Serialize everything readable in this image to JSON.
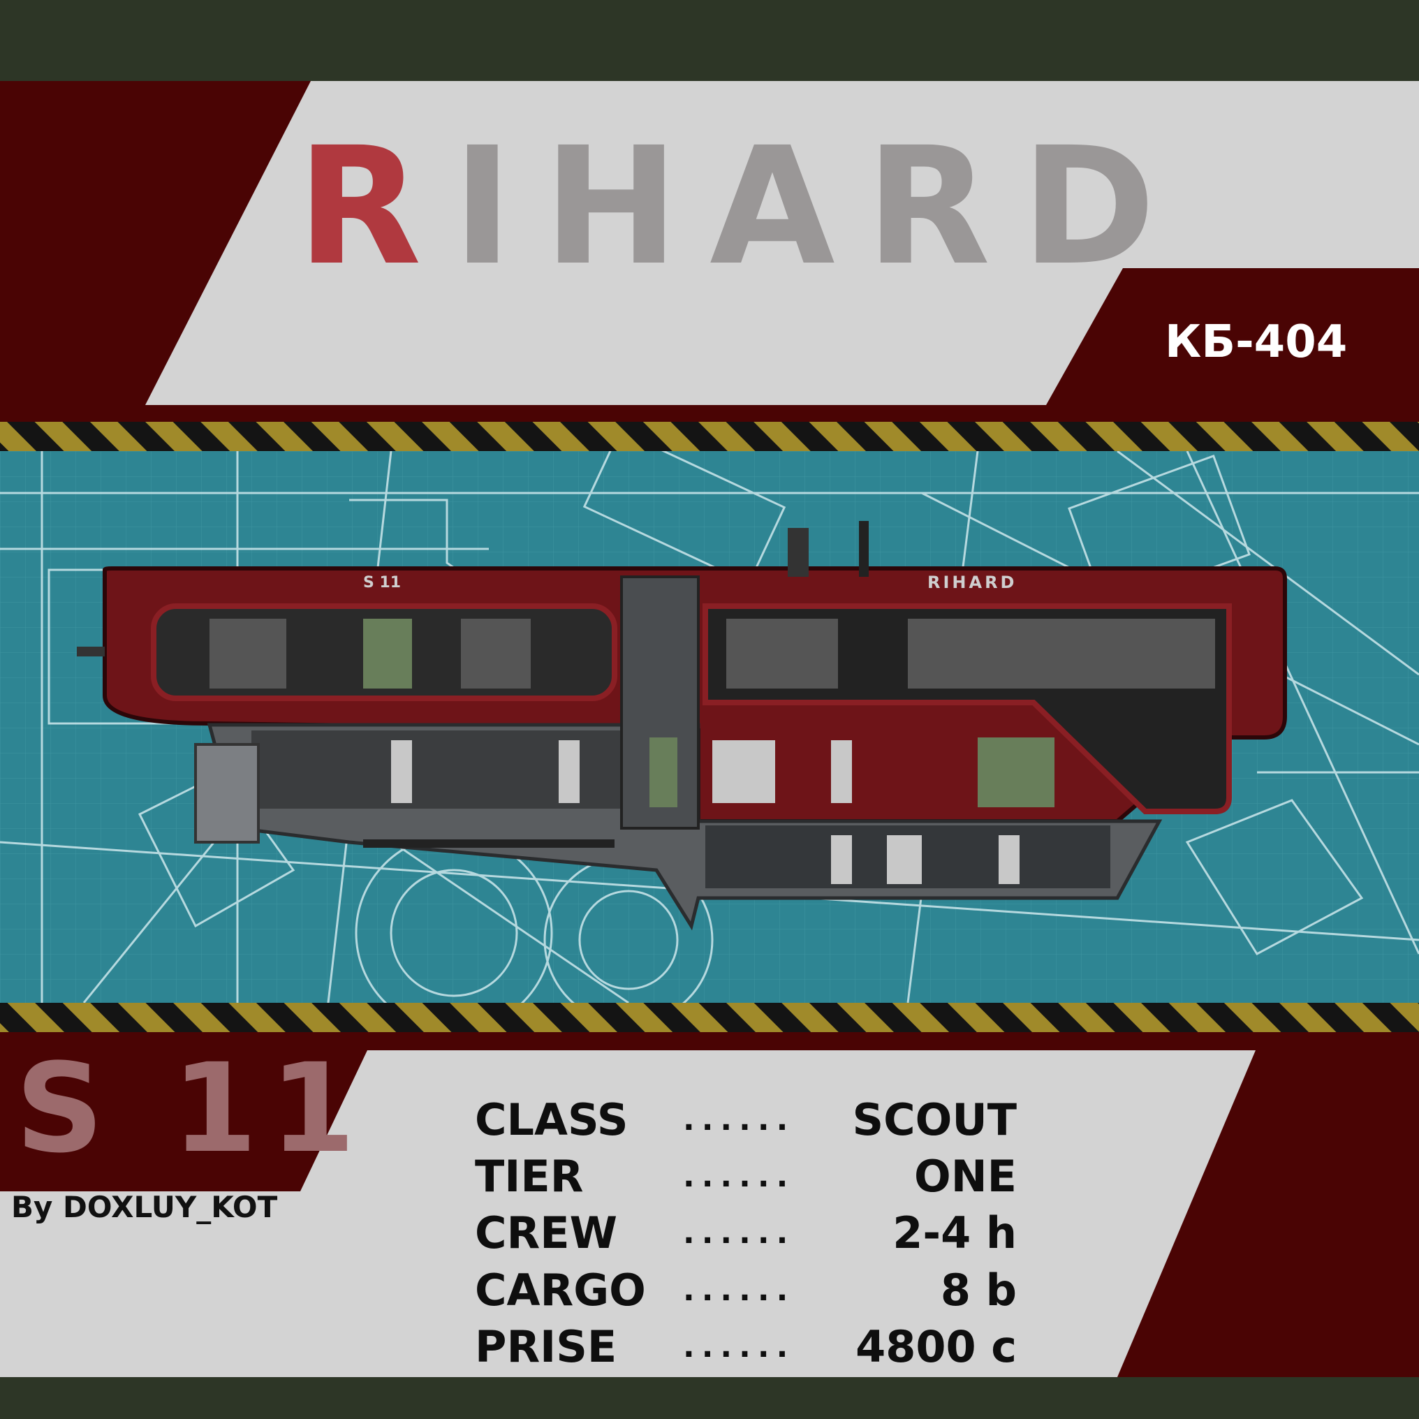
{
  "card": {
    "title": "RIHARD",
    "title_first": "R",
    "title_rest": "IHARD",
    "code": "КБ-404",
    "series": "S 11",
    "author": "By DOXLUY_KOT",
    "hull_series_label": "S 11",
    "hull_name_label": "RIHARD"
  },
  "stats": [
    {
      "label": "CLASS",
      "dots": "......",
      "value": "SCOUT"
    },
    {
      "label": "TIER",
      "dots": "......",
      "value": "ONE"
    },
    {
      "label": "CREW",
      "dots": "......",
      "value": "2-4 h"
    },
    {
      "label": "CARGO",
      "dots": "......",
      "value": "8 b"
    },
    {
      "label": "PRISE",
      "dots": "......",
      "value": "4800 c"
    }
  ],
  "colors": {
    "dark_red": "#4a0404",
    "olive": "#2d3626",
    "light_grey": "#d3d3d3",
    "blueprint_teal": "#2e8593",
    "hazard_yellow": "#a08a2a",
    "title_red": "#b0393f",
    "title_grey": "#9a9797"
  }
}
